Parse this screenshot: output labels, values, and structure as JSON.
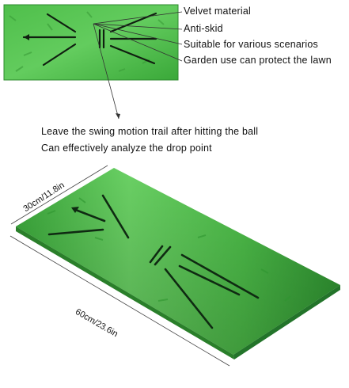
{
  "features": [
    "Velvet material",
    "Anti-skid",
    "Suitable for various scenarios",
    "Garden use can protect the lawn"
  ],
  "notes": [
    "Leave the swing motion trail after hitting the ball",
    "Can effectively analyze the drop point"
  ],
  "dimensions": {
    "width_label": "30cm/11.8in",
    "length_label": "60cm/23.6in"
  },
  "colors": {
    "mat_light": "#6fd36a",
    "mat_mid": "#3fae3c",
    "mat_dark": "#2a8a2c",
    "line": "#0f2a12"
  }
}
